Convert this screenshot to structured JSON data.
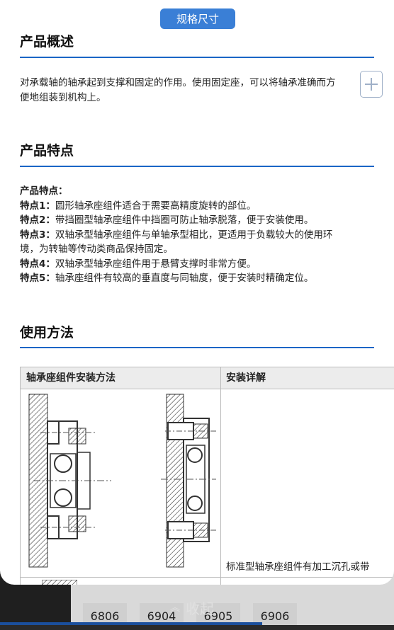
{
  "top_button": "规格尺寸",
  "sections": {
    "overview": {
      "title": "产品概述",
      "line1": "对承载轴的轴承起到支撑和固定的作用。使用固定座，可以将轴承准确而方",
      "line2": "便地组装到机构上。"
    },
    "features": {
      "title": "产品特点",
      "heading": "产品特点：",
      "items": [
        {
          "label": "特点1：",
          "text": "圆形轴承座组件适合于需要高精度旋转的部位。"
        },
        {
          "label": "特点2：",
          "text": "带挡圈型轴承座组件中挡圈可防止轴承脱落，便于安装使用。"
        },
        {
          "label": "特点3：",
          "text": "双轴承型轴承座组件与单轴承型相比，更适用于负载较大的使用环"
        },
        {
          "label": "",
          "text": "境，为转轴等传动类商品保持固定。"
        },
        {
          "label": "特点4：",
          "text": "双轴承型轴承座组件用于悬臂支撑时非常方便。"
        },
        {
          "label": "特点5：",
          "text": "轴承座组件有较高的垂直度与同轴度，便于安装时精确定位。"
        }
      ]
    },
    "usage": {
      "title": "使用方法",
      "table": {
        "col1": "轴承座组件安装方法",
        "col2": "安装详解",
        "detail": "标准型轴承座组件有加工沉孔或带"
      }
    }
  },
  "bottom": {
    "collapse_label": "收起",
    "chips": [
      "6806",
      "6904",
      "6905",
      "6906"
    ]
  }
}
